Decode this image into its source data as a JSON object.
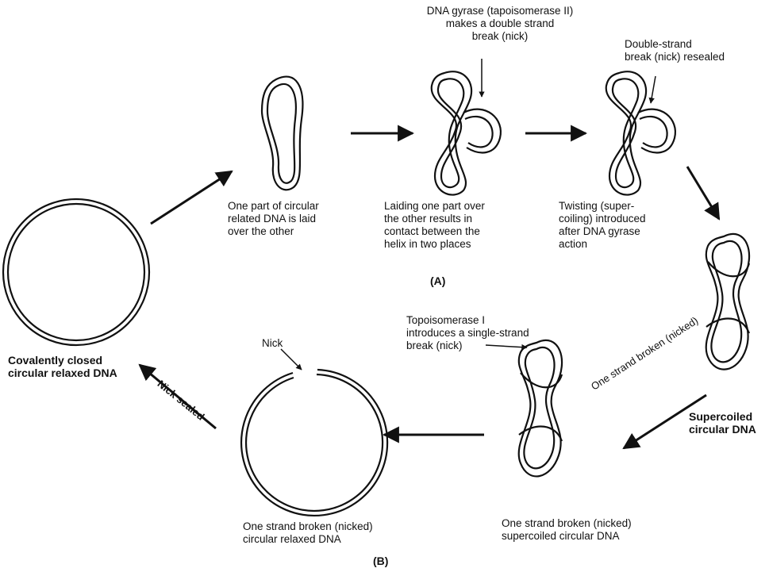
{
  "labels": {
    "relaxed_dna": "Covalently closed\ncircular relaxed DNA",
    "step1": "One part of circular\nrelated DNA is laid\nover the other",
    "gyrase": "DNA gyrase (tapoisomerase II)\nmakes a double strand\nbreak (nick)",
    "step2": "Laiding one part over\nthe other results in\ncontact between the\nhelix in two places",
    "resealed": "Double-strand\nbreak (nick) resealed",
    "step3": "Twisting (super-\ncoiling) introduced\nafter DNA gyrase\naction",
    "panel_a": "(A)",
    "supercoiled": "Supercoiled\ncircular DNA",
    "topo1": "Topoisomerase I\nintroduces a single-strand\nbreak (nick)",
    "one_strand_broken_arrow": "One strand\nbroken (nicked)",
    "nicked_supercoiled": "One strand broken (nicked)\nsupercoiled circular DNA",
    "nick": "Nick",
    "nicked_relaxed": "One strand broken (nicked)\ncircular relaxed DNA",
    "nick_sealed": "Nick sealed",
    "panel_b": "(B)"
  }
}
